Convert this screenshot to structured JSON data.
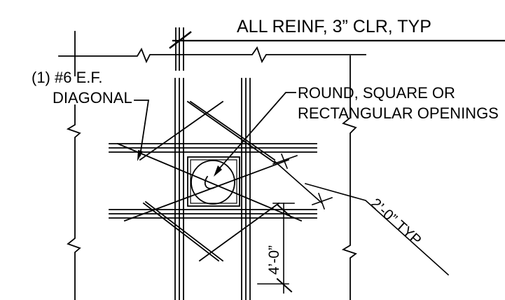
{
  "notes": {
    "clear_cover": "ALL REINF, 3” CLR, TYP",
    "diagonal_bar_line1": "(1) #6 E.F.",
    "diagonal_bar_line2": "DIAGONAL",
    "opening_line1": "ROUND, SQUARE OR",
    "opening_line2": "RECTANGULAR OPENINGS"
  },
  "dimensions": {
    "diagonal_extension": "2’-0” TYP",
    "vertical_extension": "4’-0”"
  },
  "colors": {
    "ink": "#000000",
    "paper": "#ffffff"
  },
  "icons": {
    "opening_symbol": "circle-in-square-icon",
    "break_marks": "zigzag-break-icon",
    "dimension_ticks": "slash-tick-icon"
  }
}
